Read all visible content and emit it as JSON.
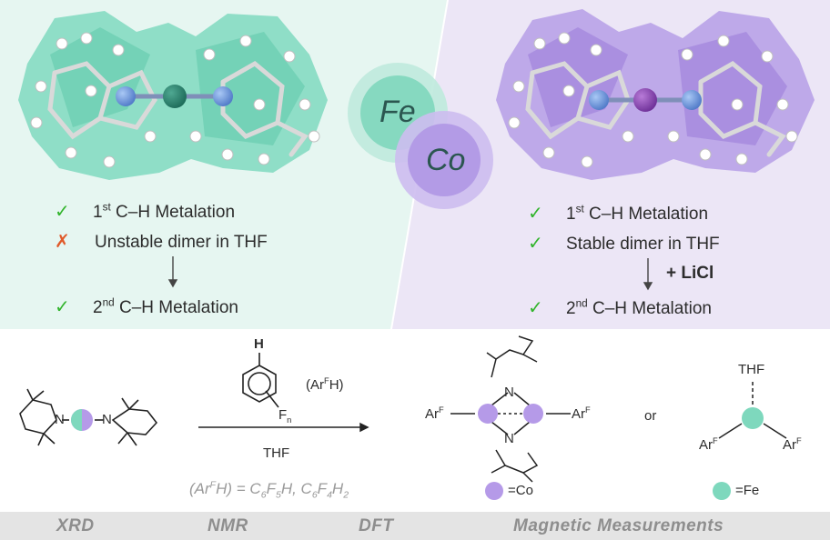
{
  "colors": {
    "fe_bg": "#e6f6f1",
    "co_bg": "#ece6f6",
    "fe": "#7ed8bd",
    "co": "#b59ae8",
    "check": "#32b42c",
    "cross": "#e05a2a"
  },
  "metal_badges": {
    "fe": "Fe",
    "co": "Co"
  },
  "fe_panel": {
    "step1": {
      "pre": "1",
      "sup": "st",
      "post": " C–H Metalation"
    },
    "dimer": "Unstable dimer in THF",
    "step2": {
      "pre": "2",
      "sup": "nd",
      "post": " C–H Metalation"
    }
  },
  "co_panel": {
    "step1": {
      "pre": "1",
      "sup": "st",
      "post": " C–H Metalation"
    },
    "dimer": "Stable dimer in THF",
    "additive": "+ LiCl",
    "step2": {
      "pre": "2",
      "sup": "nd",
      "post": " C–H Metalation"
    }
  },
  "scheme": {
    "h_label": "H",
    "fn_label": {
      "base": "F",
      "sub": "n"
    },
    "arfh": {
      "open": "(Ar",
      "sup": "F",
      "close": "H)"
    },
    "solvent": "THF",
    "substrates_note": "(Ar^F H) = C6F5H, C6F4H2",
    "or": "or",
    "co_key": "=Co",
    "fe_key": "=Fe",
    "thf_top": "THF",
    "arf": {
      "base": "Ar",
      "sup": "F"
    }
  },
  "footer": [
    "XRD",
    "NMR",
    "DFT",
    "Magnetic Measurements"
  ]
}
